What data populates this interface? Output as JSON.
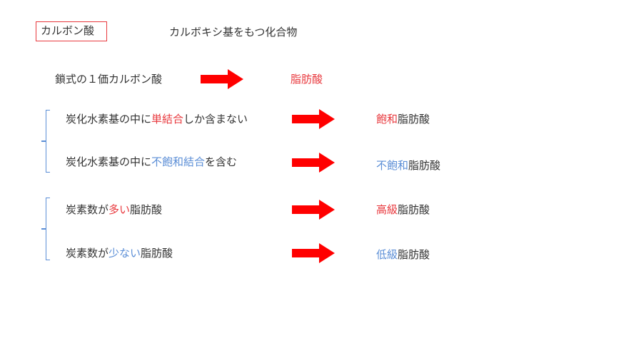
{
  "title": {
    "term": "カルボン酸",
    "definition": "カルボキシ基をもつ化合物"
  },
  "chain_row": {
    "text": "鎖式の１価カルボン酸",
    "result": "脂肪酸"
  },
  "group1": {
    "rows": [
      {
        "pre": "炭化水素基の中に",
        "hl": "単結合",
        "post": "しか含まない",
        "result_hl": "飽和",
        "result_rest": "脂肪酸"
      },
      {
        "pre": "炭化水素基の中に",
        "hl": "不飽和結合",
        "post": "を含む",
        "result_hl": "不飽和",
        "result_rest": "脂肪酸"
      }
    ]
  },
  "group2": {
    "rows": [
      {
        "pre": "炭素数が",
        "hl": "多い",
        "post": "脂肪酸",
        "result_hl": "高級",
        "result_rest": "脂肪酸"
      },
      {
        "pre": "炭素数が",
        "hl": "少ない",
        "post": "脂肪酸",
        "result_hl": "低級",
        "result_rest": "脂肪酸"
      }
    ]
  },
  "colors": {
    "accent_red": "#e8383d",
    "accent_blue": "#5b8ed6",
    "arrow": "#ff0000",
    "text": "#333333"
  },
  "icons": [
    "right-arrow-icon"
  ]
}
